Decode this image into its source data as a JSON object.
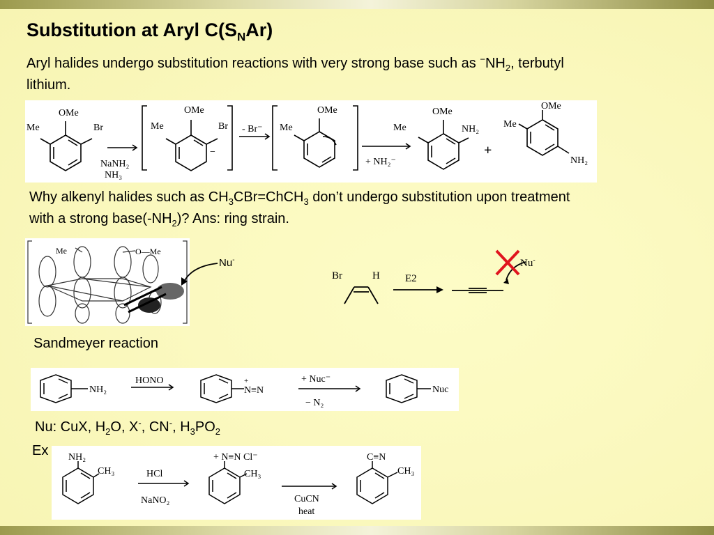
{
  "slide": {
    "title_main": "Substitution at Aryl C(S",
    "title_sub": "N",
    "title_end": "Ar)",
    "intro_1": "Aryl halides undergo substitution reactions with very strong base such as ",
    "intro_charge": "−",
    "intro_nh": "NH",
    "intro_2": "2",
    "intro_3": ", terbutyl",
    "intro_4": "lithium.",
    "q_1": "Why alkenyl halides such as CH",
    "q_2": "3",
    "q_3": "CBr=ChCH",
    "q_4": "3",
    "q_5": " don’t undergo substitution upon treatment",
    "q_6": "with a strong base(-NH",
    "q_7": "2",
    "q_8": ")? Ans: ring strain.",
    "sandmeyer": "Sandmeyer reaction",
    "nu_1": "Nu: CuX, H",
    "nu_2": "2",
    "nu_3": "O, X",
    "nu_4": "-",
    "nu_5": ", CN",
    "nu_6": "-",
    "nu_7": ", H",
    "nu_8": "3",
    "nu_9": "PO",
    "nu_10": "2",
    "ex": "Ex"
  },
  "scheme1": {
    "ome": "OMe",
    "me": "Me",
    "br": "Br",
    "nanh2": "NaNH₂",
    "nh3": "NH₃",
    "minus": "−",
    "minus_br": "- Br⁻",
    "plus_nh2": "+ NH₂⁻",
    "nh2": "NH₂",
    "plus": "+"
  },
  "scheme2": {
    "me": "Me",
    "ome": "O—Me",
    "nu": "Nu",
    "nu_charge": "-",
    "br": "Br",
    "h": "H",
    "e2": "E2"
  },
  "scheme3": {
    "nh2": "NH₂",
    "hono": "HONO",
    "plus": "+",
    "n2": "N≡N",
    "plus_nuc": "+ Nuc⁻",
    "minus_n2": "−  N₂",
    "nuc": "Nuc"
  },
  "scheme4": {
    "nh2": "NH₂",
    "ch3": "CH₃",
    "hcl": "HCl",
    "nano2": "NaNO₂",
    "diazonium": "+ N≡N  Cl⁻",
    "cucn": "CuCN",
    "heat": "heat",
    "cn": "C≡N"
  },
  "colors": {
    "cross": "#e0141e",
    "background": "#fbf9c0"
  }
}
